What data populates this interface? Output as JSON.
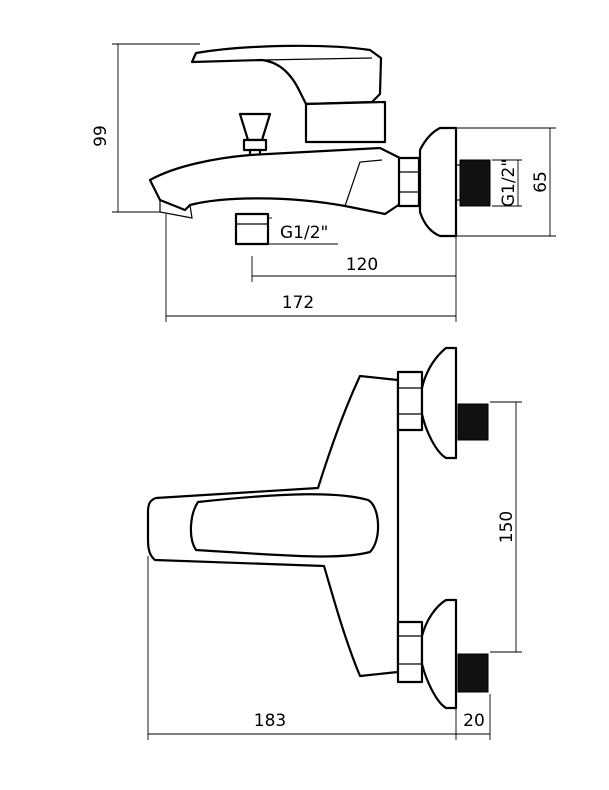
{
  "side_view": {
    "height_dim": "99",
    "connection_height_dim": "65",
    "thread_label_spout": "G1/2\"",
    "thread_label_inlet": "G1/2\"",
    "spout_reach_dim": "120",
    "overall_depth_dim": "172"
  },
  "top_view": {
    "centers_dim": "150",
    "overall_length_dim": "183",
    "inlet_depth_dim": "20"
  }
}
